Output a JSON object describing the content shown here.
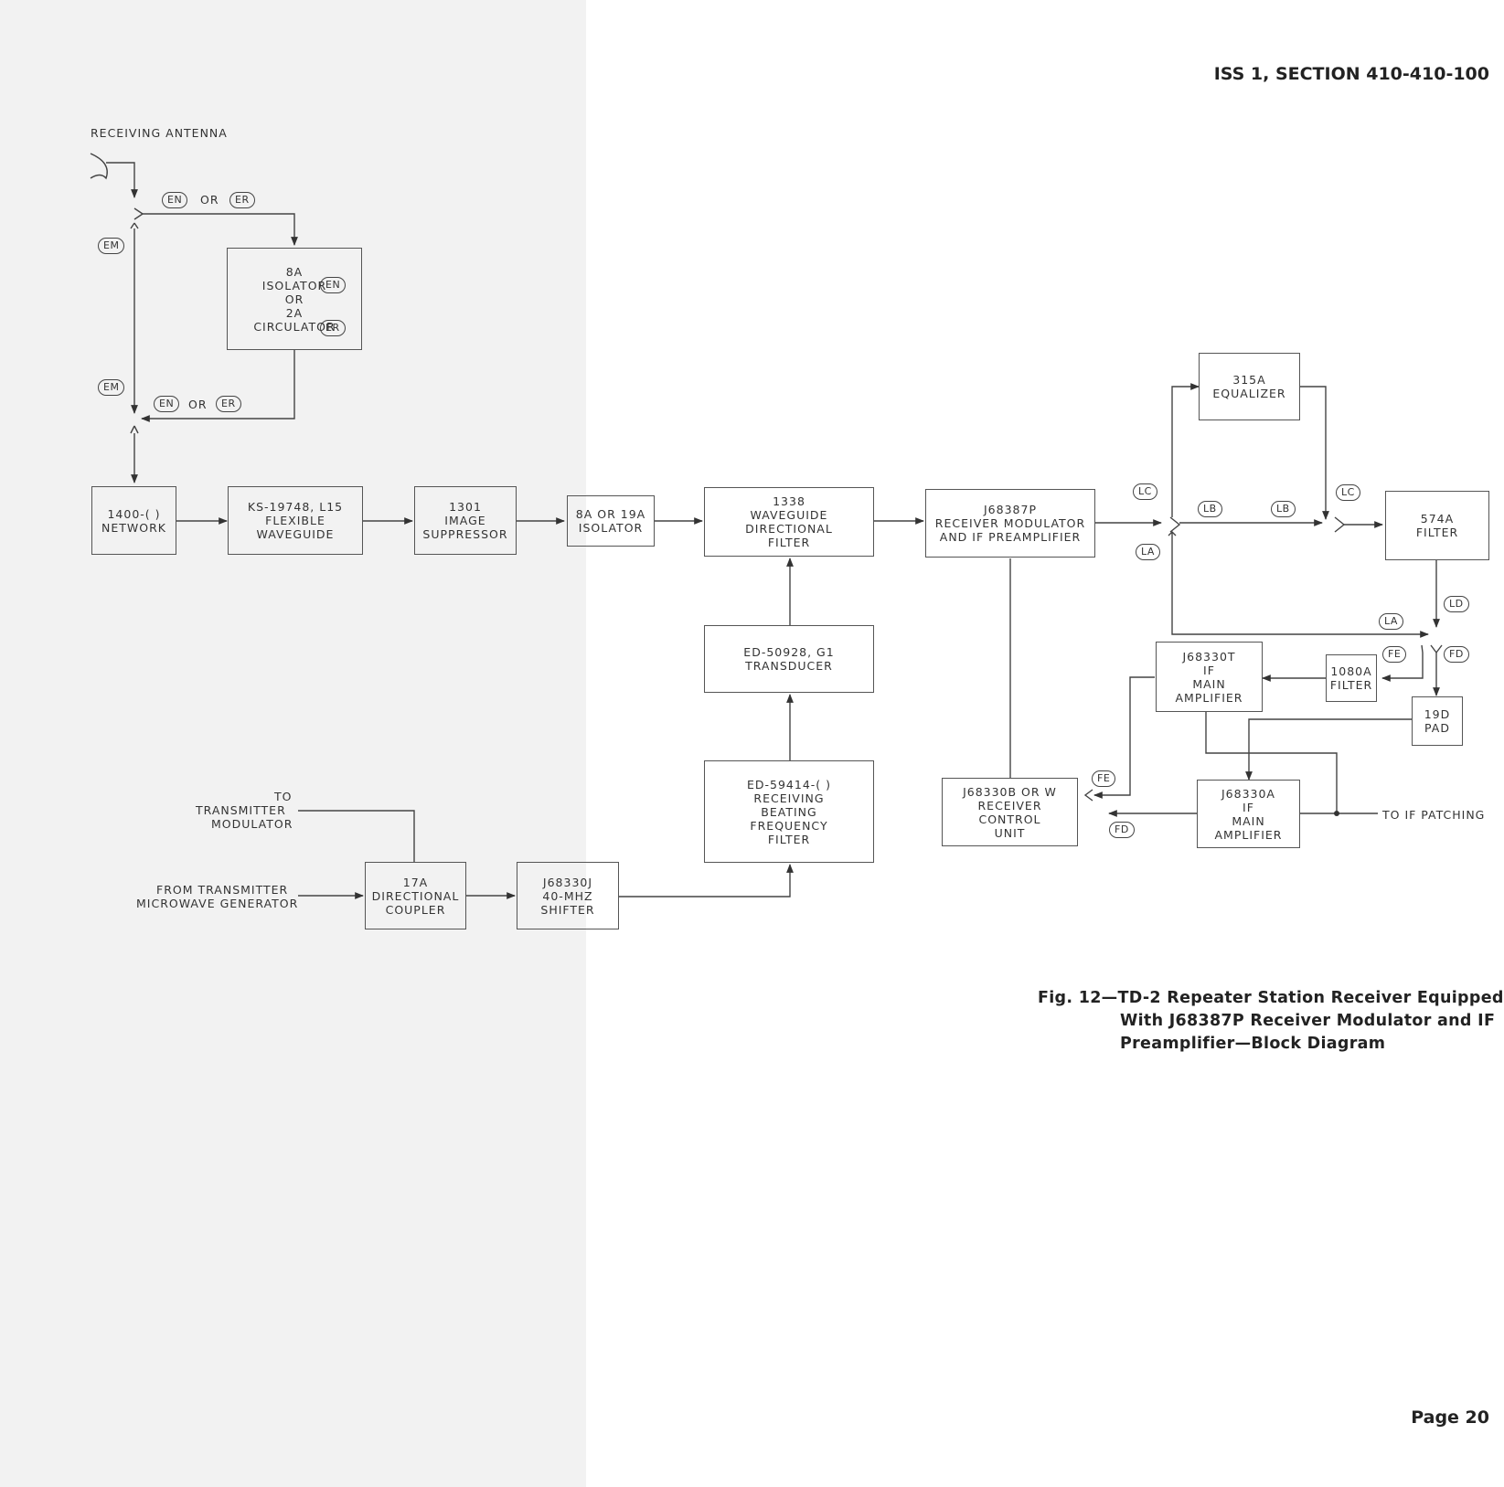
{
  "header": "ISS 1, SECTION 410-410-100",
  "page_number": "Page 20",
  "caption": {
    "line1": "Fig. 12—TD-2 Repeater Station Receiver Equipped",
    "line2": "With J68387P Receiver Modulator and IF",
    "line3": "Preamplifier—Block Diagram"
  },
  "labels": {
    "receiving_antenna": "RECEIVING ANTENNA",
    "or1": "OR",
    "or2": "OR",
    "to_tx_mod_1": "TO",
    "to_tx_mod_2": "TRANSMITTER",
    "to_tx_mod_3": "MODULATOR",
    "from_tx_gen_1": "FROM TRANSMITTER",
    "from_tx_gen_2": "MICROWAVE GENERATOR",
    "to_if_patching": "TO IF PATCHING"
  },
  "tags": {
    "en": "EN",
    "er": "ER",
    "em": "EM",
    "lc": "LC",
    "lb": "LB",
    "la": "LA",
    "ld": "LD",
    "fe": "FE",
    "fd": "FD"
  },
  "boxes": {
    "isolator_8a": [
      "8A",
      "ISOLATOR",
      "OR",
      "2A",
      "CIRCULATOR"
    ],
    "network_1400": [
      "1400-( )",
      "NETWORK"
    ],
    "ks19748": [
      "KS-19748, L15",
      "FLEXIBLE",
      "WAVEGUIDE"
    ],
    "suppressor_1301": [
      "1301",
      "IMAGE",
      "SUPPRESSOR"
    ],
    "isolator_8a19a": [
      "8A OR 19A",
      "ISOLATOR"
    ],
    "filter_1338": [
      "1338",
      "WAVEGUIDE",
      "DIRECTIONAL",
      "FILTER"
    ],
    "j68387p": [
      "J68387P",
      "RECEIVER MODULATOR",
      "AND IF PREAMPLIFIER"
    ],
    "equalizer_315a": [
      "315A",
      "EQUALIZER"
    ],
    "filter_574a": [
      "574A",
      "FILTER"
    ],
    "transducer": [
      "ED-50928, G1",
      "TRANSDUCER"
    ],
    "bf_filter": [
      "ED-59414-( )",
      "RECEIVING",
      "BEATING",
      "FREQUENCY",
      "FILTER"
    ],
    "coupler_17a": [
      "17A",
      "DIRECTIONAL",
      "COUPLER"
    ],
    "shifter": [
      "J68330J",
      "40-MHZ",
      "SHIFTER"
    ],
    "j68330t": [
      "J68330T",
      "IF",
      "MAIN",
      "AMPLIFIER"
    ],
    "filter_1080a": [
      "1080A",
      "FILTER"
    ],
    "pad_19d": [
      "19D",
      "PAD"
    ],
    "j68330a": [
      "J68330A",
      "IF",
      "MAIN",
      "AMPLIFIER"
    ],
    "control_unit": [
      "J68330B OR W",
      "RECEIVER",
      "CONTROL",
      "UNIT"
    ]
  }
}
